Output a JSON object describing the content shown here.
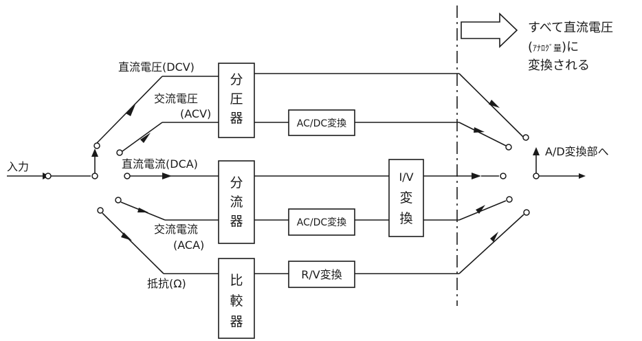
{
  "labels": {
    "input": "入力",
    "dcv": "直流電圧(DCV)",
    "acv_1": "交流電圧",
    "acv_2": "(ACV)",
    "dca": "直流電流(DCA)",
    "aca_1": "交流電流",
    "aca_2": "(ACA)",
    "ohm": "抵抗(Ω)",
    "to_ad": "A/D変換部へ"
  },
  "blocks": {
    "divider": [
      "分",
      "圧",
      "器"
    ],
    "shunt": [
      "分",
      "流",
      "器"
    ],
    "comparator": [
      "比",
      "較",
      "器"
    ],
    "acdc_v": "AC/DC変換",
    "acdc_i": "AC/DC変換",
    "iv": [
      "I/V",
      "変",
      "換"
    ],
    "rv": "R/V変換"
  },
  "note": {
    "line1": "すべて直流電圧",
    "line2_open": "(",
    "line2_small": "ｱﾅﾛｸﾞ量",
    "line2_close": ")に",
    "line3": "変換される"
  }
}
